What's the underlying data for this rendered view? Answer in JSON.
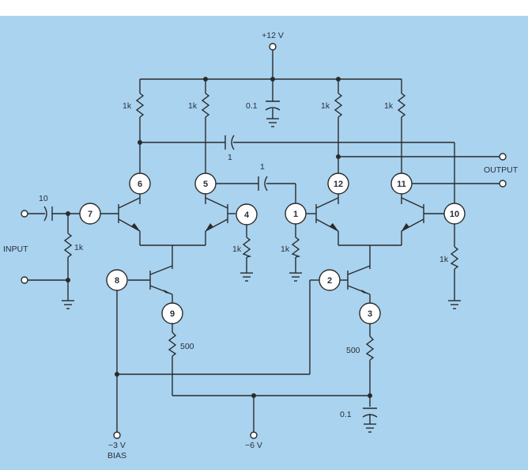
{
  "colors": {
    "background": "#a9d3ef",
    "ink": "#2b2b2b",
    "text": "#2a2e3a"
  },
  "supply": {
    "positive": "+12 V",
    "negative": "−6 V",
    "bias_voltage": "−3 V",
    "bias_label": "BIAS"
  },
  "ports": {
    "input": "INPUT",
    "output": "OUTPUT"
  },
  "components": {
    "r_1k": "1k",
    "r_500": "500",
    "c_10": "10",
    "c_1": "1",
    "c_01": "0.1"
  },
  "pins": [
    "1",
    "2",
    "3",
    "4",
    "5",
    "6",
    "7",
    "8",
    "9",
    "10",
    "11",
    "12"
  ]
}
